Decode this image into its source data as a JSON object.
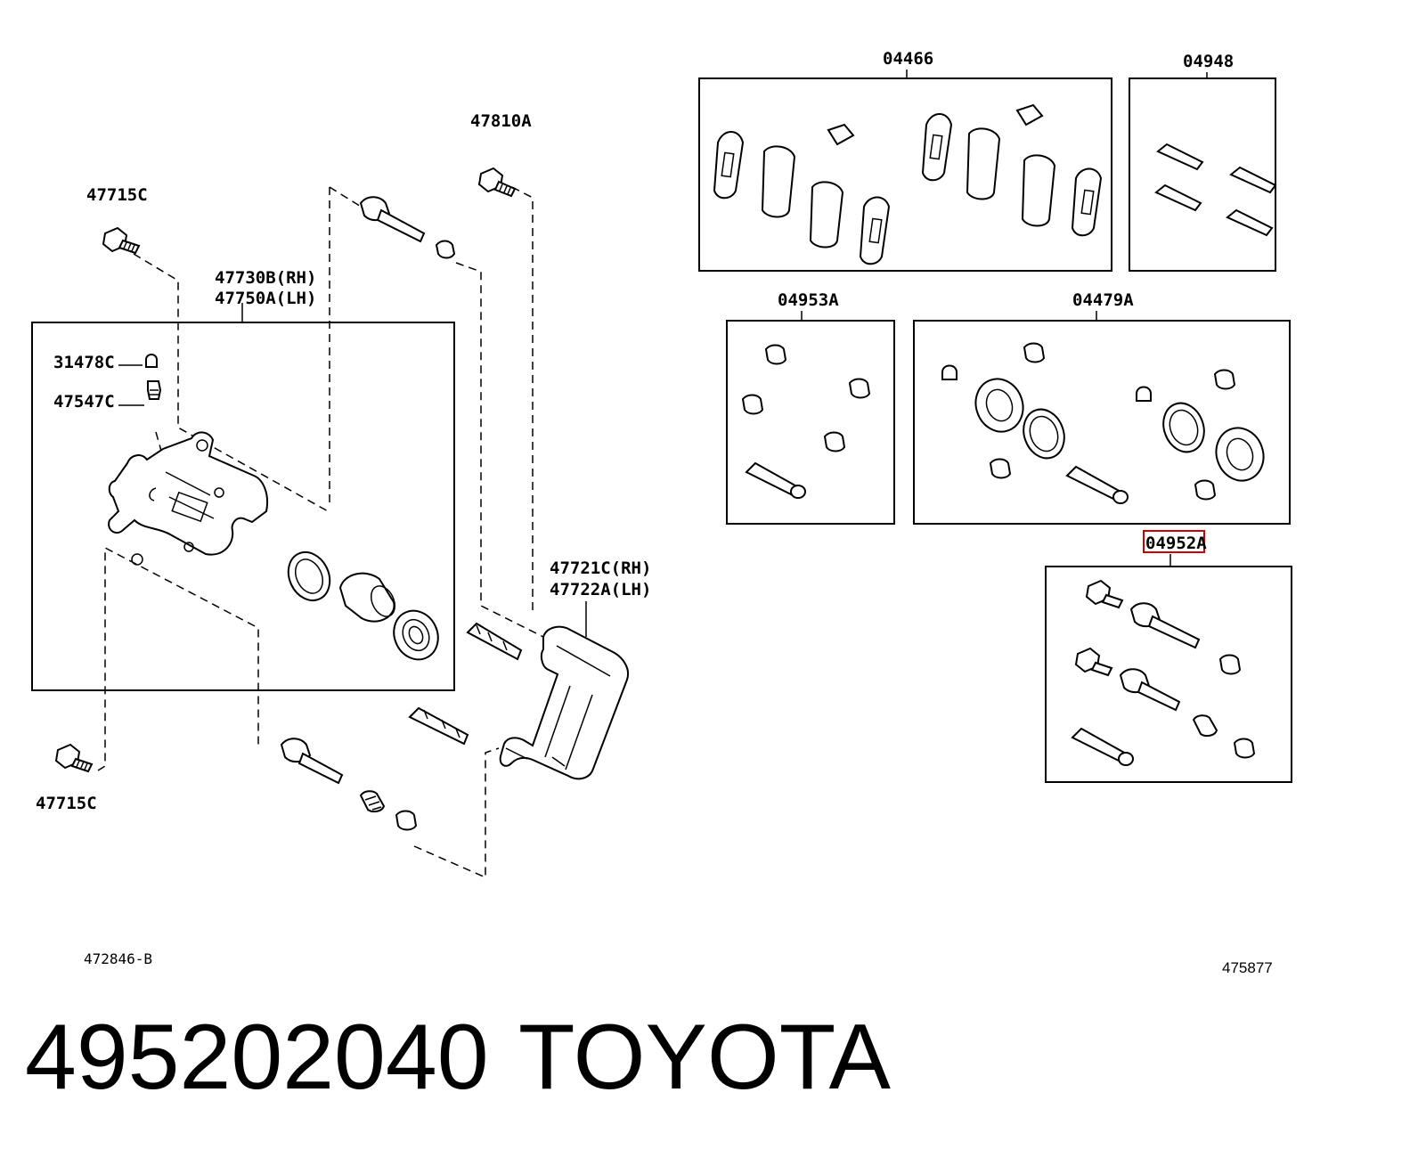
{
  "labels": {
    "p47715c_top": "47715C",
    "p47810a": "47810A",
    "p47730b": "47730B(RH)",
    "p47750a": "47750A(LH)",
    "p31478c": "31478C",
    "p47547c": "47547C",
    "p47721c": "47721C(RH)",
    "p47722a": "47722A(LH)",
    "p47715c_bottom": "47715C",
    "p04466": "04466",
    "p04948": "04948",
    "p04953a": "04953A",
    "p04479a": "04479A",
    "p04952a": "04952A",
    "ref_left": "472846-B",
    "ref_right": "475877"
  },
  "highlight": {
    "part": "04952A",
    "color": "#cc0000"
  },
  "footer": {
    "part_number": "495202040",
    "brand": "TOYOTA"
  }
}
